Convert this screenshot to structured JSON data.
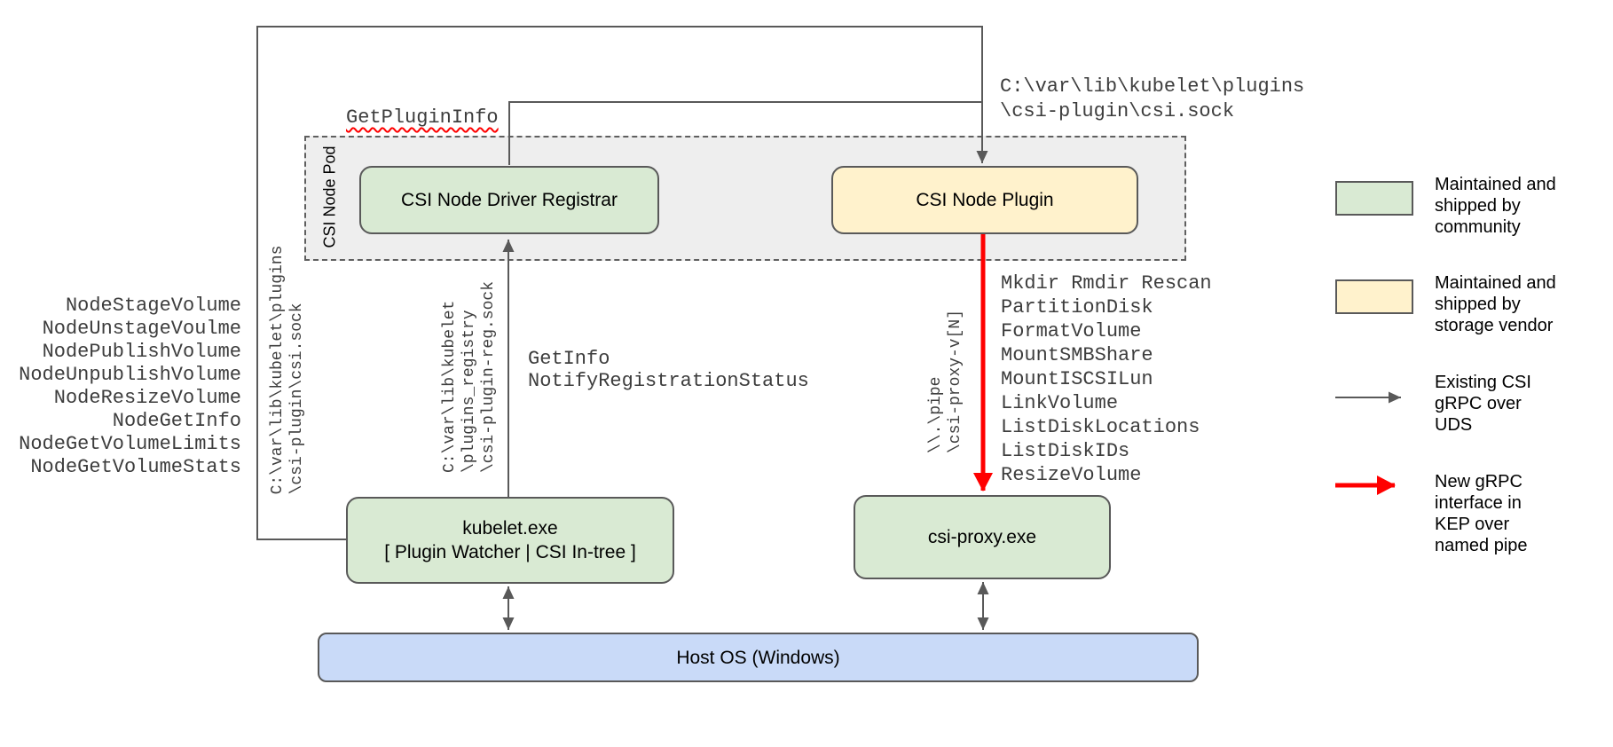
{
  "colors": {
    "community_fill": "#d9ead3",
    "vendor_fill": "#fff2cc",
    "host_fill": "#c9daf8",
    "pod_fill": "#eeeeee",
    "line_gray": "#595959",
    "arrow_red": "#ff0000",
    "mono_text": "#3d3d3d"
  },
  "pod": {
    "label": "CSI Node Pod"
  },
  "boxes": {
    "registrar": {
      "label": "CSI Node Driver Registrar"
    },
    "plugin": {
      "label": "CSI Node Plugin"
    },
    "kubelet": {
      "lines": [
        "kubelet.exe",
        "[ Plugin Watcher | CSI In-tree ]"
      ]
    },
    "csi_proxy": {
      "label": "csi-proxy.exe"
    },
    "host_os": {
      "label": "Host OS (Windows)"
    }
  },
  "annotations": {
    "get_plugin_info": "GetPluginInfo",
    "csi_sock_path_top": [
      "C:\\var\\lib\\kubelet\\plugins",
      "\\csi-plugin\\csi.sock"
    ],
    "csi_sock_path_side": [
      "C:\\var\\lib\\kubelet\\plugins",
      "\\csi-plugin\\csi.sock"
    ],
    "registry_sock_path": [
      "C:\\var\\lib\\kubelet",
      "\\plugins_registry",
      "\\csi-plugin-reg.sock"
    ],
    "named_pipe_path": [
      "\\\\.\\pipe",
      "\\csi-proxy-v[N]"
    ],
    "kubelet_csi_calls": [
      "NodeStageVolume",
      "NodeUnstageVoulme",
      "NodePublishVolume",
      "NodeUnpublishVolume",
      "NodeResizeVolume",
      "NodeGetInfo",
      "NodeGetVolumeLimits",
      "NodeGetVolumeStats"
    ],
    "registration_calls": [
      "GetInfo",
      "NotifyRegistrationStatus"
    ],
    "proxy_calls": [
      "Mkdir Rmdir Rescan",
      "PartitionDisk",
      "FormatVolume",
      "MountSMBShare",
      "MountISCSILun",
      "LinkVolume",
      "ListDiskLocations",
      "ListDiskIDs",
      "ResizeVolume"
    ]
  },
  "legend": {
    "items": [
      {
        "key": "community",
        "label": "Maintained and\nshipped by\ncommunity"
      },
      {
        "key": "vendor",
        "label": "Maintained and\nshipped by\nstorage vendor"
      },
      {
        "key": "existing_grpc",
        "label": "Existing CSI\ngRPC over\nUDS"
      },
      {
        "key": "new_grpc",
        "label": "New gRPC\ninterface in\nKEP over\nnamed pipe"
      }
    ]
  }
}
